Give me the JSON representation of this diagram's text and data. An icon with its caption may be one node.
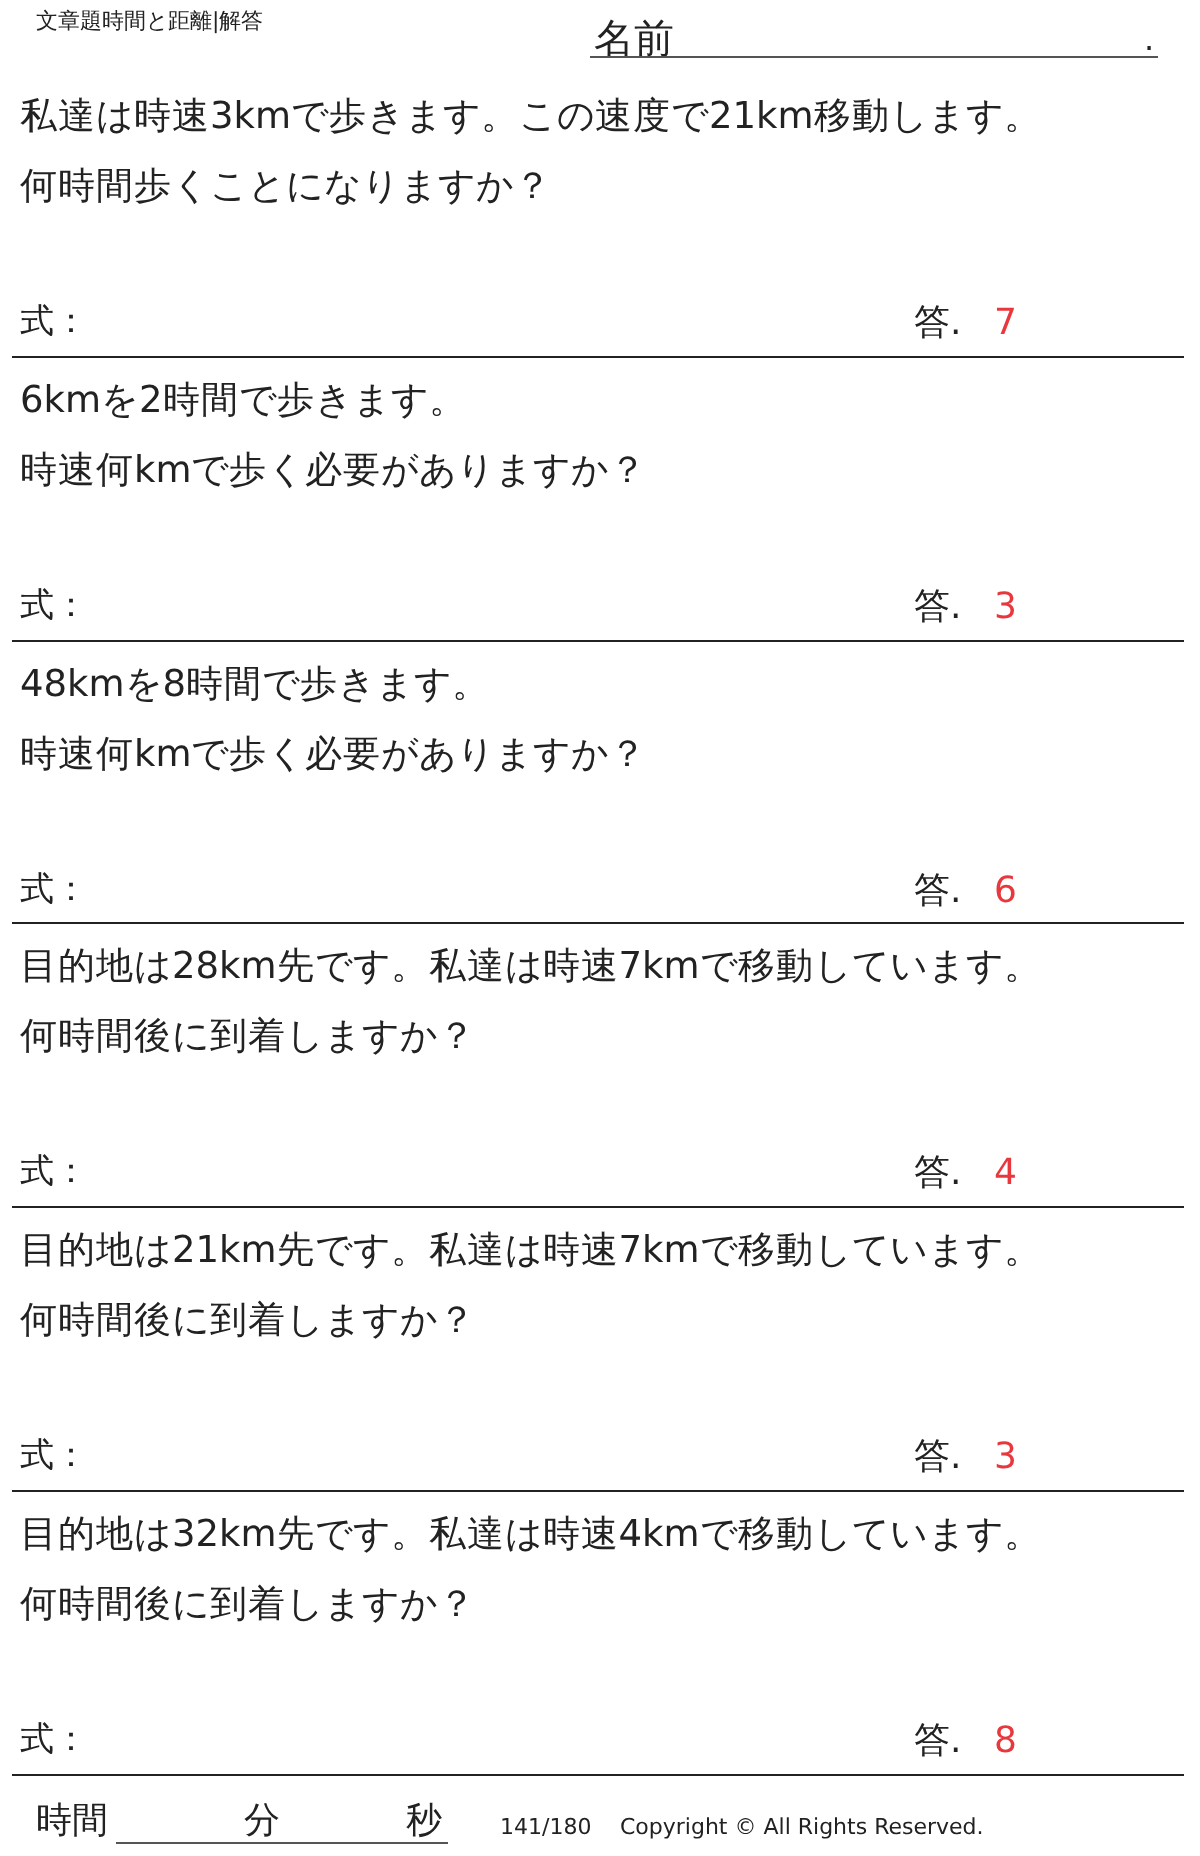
{
  "diagram": {
    "title": "文章題時間と距離|解答",
    "labels": [
      "名前",
      ".",
      "私達は時速3kmで歩きます。この速度で21km移動します。",
      "何時間歩くことになりますか？",
      "式：",
      "答.",
      "7",
      "6kmを2時間で歩きます。",
      "時速何kmで歩く必要がありますか？",
      "式：",
      "答.",
      "3",
      "48kmを8時間で歩きます。",
      "時速何kmで歩く必要がありますか？",
      "式：",
      "答.",
      "6",
      "目的地は28km先です。私達は時速7kmで移動しています。",
      "何時間後に到着しますか？",
      "式：",
      "答.",
      "4",
      "目的地は21km先です。私達は時速7kmで移動しています。",
      "何時間後に到着しますか？",
      "式：",
      "答.",
      "3",
      "目的地は32km先です。私達は時速4kmで移動しています。",
      "何時間後に到着しますか？",
      "式：",
      "答.",
      "8",
      "時間",
      "分",
      "秒",
      "141/180",
      "Copyright © All Rights Reserved."
    ]
  }
}
